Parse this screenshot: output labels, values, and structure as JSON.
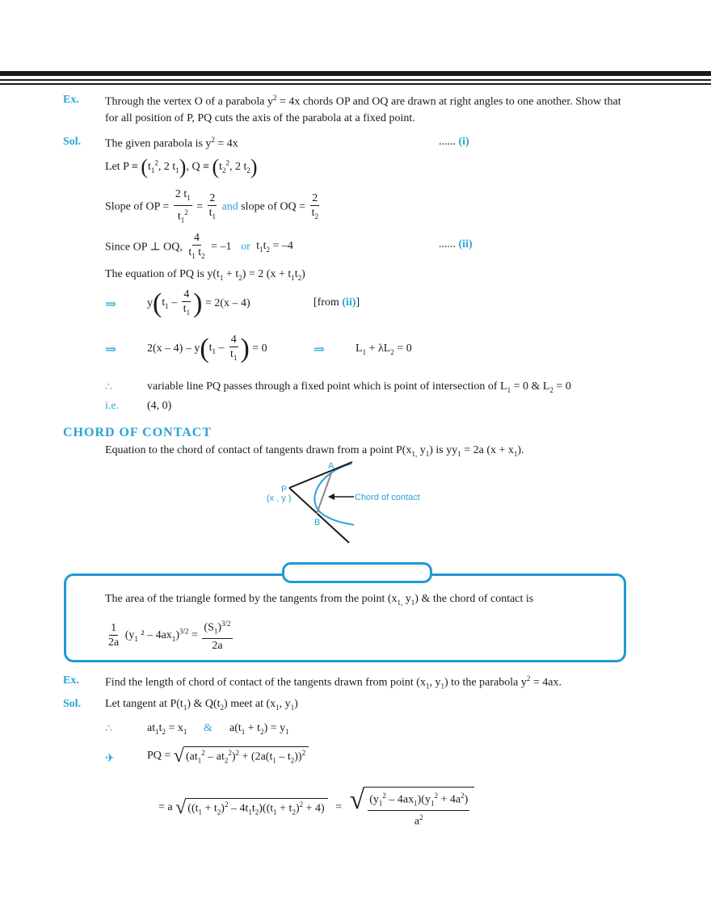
{
  "ex1": {
    "label": "Ex.",
    "line1": "Through the vertex O of a parabola y",
    "line1_sup": "2",
    "line1_rest": " = 4x chords OP and OQ are drawn at right angles to one another. Show that",
    "line2": "for all position of P, PQ cuts the axis of the parabola at a fixed point."
  },
  "sol1": {
    "label": "Sol.",
    "given": "The given parabola is y",
    "given_sup": "2",
    "given_rest": " = 4x",
    "ref_dots": "...... ",
    "ref_i": "(i)",
    "let_P": "Let  P ≡",
    "let_Q": ", Q ≡",
    "t1": "t",
    "two": "2",
    "slope_op": "Slope of OP =",
    "and_word": "and",
    "slope_oq": "slope of OQ =",
    "since": "Since OP ⊥ OQ,",
    "num_4": "4",
    "eq_minus1": "= –1",
    "or_word": "or",
    "t1t2_eq": "= –4",
    "ref_ii": "(ii)",
    "eq_pq": "The equation of PQ is y(t",
    "eq_pq_mid": " + t",
    "eq_pq_end": ") = 2 (x + t",
    "implies": "⇒",
    "line_a_rhs": "= 2(x – 4)",
    "from": "[from ",
    "from_ii": "(ii)",
    "from_close": "]",
    "line_b_lhs": "2(x – 4)   – y",
    "line_b_rhs": "= 0",
    "l1_l2": "+ λL",
    "l_eq0": " = 0",
    "therefore": "∴",
    "fixed_text": "variable line PQ passes through a fixed point which is point of intersection of L",
    "fixed_mid": " = 0 & L",
    "fixed_end": " = 0",
    "ie": "i.e.",
    "point": "(4, 0)"
  },
  "chord_section": {
    "heading": "CHORD OF CONTACT",
    "eq_text": "Equation to the chord of contact of tangents drawn from a point P(x",
    "eq_text_2": " y",
    "eq_text_3": ") is yy",
    "eq_text_4": " = 2a (x + x",
    "eq_text_5": ").",
    "diagram": {
      "label_A": "A",
      "label_B": "B",
      "label_P": "P",
      "label_xy": "(x , y )",
      "label_chord": "Chord of contact"
    }
  },
  "note_box": {
    "text": "The area of the triangle formed by the tangents from the point (x",
    "text_2": " y",
    "text_3": ") & the chord of contact is",
    "frac_num": "1",
    "frac_den": "2a",
    "expr": "(y",
    "expr_2": " ² – 4ax",
    "expr_3": ")",
    "exp_32": "3/2",
    "equals": " = ",
    "s1_num": "(S",
    "s1_close": ")",
    "s1_den": "2a"
  },
  "ex2": {
    "label": "Ex.",
    "text": "Find the length of chord of contact of the tangents drawn from point (x",
    "text_2": ", y",
    "text_3": ") to the parabola y",
    "text_4": " = 4ax."
  },
  "sol2": {
    "label": "Sol.",
    "let_tangent": "Let tangent at P(t",
    "let_2": ") & Q(t",
    "let_3": ") meet at (x",
    "let_4": ", y",
    "let_5": ")",
    "therefore": "∴",
    "at1t2": "at",
    "at1t2_eq": " = x",
    "amp": "&",
    "sum_eq": "a(t",
    "sum_eq_2": " + t",
    "sum_eq_3": ") = y",
    "arrow": "✈",
    "pq_eq": "PQ =",
    "pq_expr": "(at",
    "pq_expr_2": " – at",
    "pq_expr_3": ")",
    "pq_expr_4": " + (2a(t",
    "pq_expr_5": " – t",
    "pq_expr_6": "))",
    "eq_a": "= a",
    "final_1": "((t",
    "final_2": " + t",
    "final_3": ")",
    "final_4": " – 4t",
    "final_5": "t",
    "final_6": ")((t",
    "final_7": " + t",
    "final_8": ")",
    "final_9": " + 4)",
    "eq_sign": "=",
    "final_num": "(y",
    "final_num_2": " – 4ax",
    "final_num_3": ")(y",
    "final_num_4": " + 4a",
    "final_num_5": ")",
    "final_den": "a"
  },
  "colors": {
    "accent": "#29a3d6",
    "box_border": "#1e9ad6",
    "text": "#1a1a1a"
  }
}
